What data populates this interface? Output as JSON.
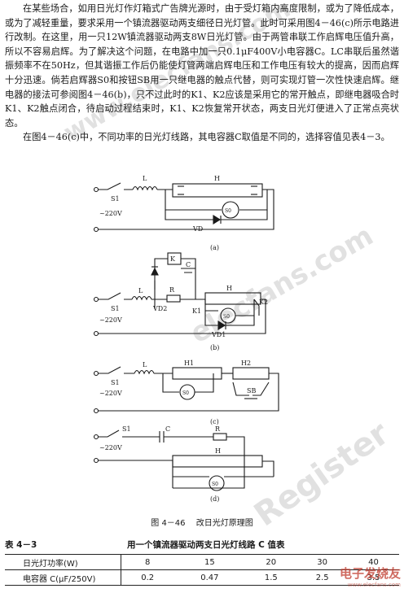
{
  "text": {
    "para1": "在某些场合，如用日光灯作灯箱式广告牌光源时，由于受灯箱内高度限制，或为了降低成本，或为了减轻重量，要求采用一个镇流器驱动两支细径日光灯管。此时可采用图4－46(c)所示电路进行改制。在这里，用一只12W镇流器驱动两支8W日光灯管。由于两管串联工作启辉电压值升高，所以不容易启辉。为了解决这个问题，在电路中加一只0.1μF400V小电容器C。LC串联后虽然谐振频率不在50Hz，但其谐振工作后仍能使灯管两端启辉电压和工作电压有较大的提高，因而启辉十分迅速。倘若启辉器S0和按钮SB用一只继电器的触点代替，则可实现灯管一次性快速启辉。继电器的接法可参阅图4－46(b)，只不过此时的K1、K2应该是采用它的常开触点，即继电器吸合时K1、K2触点闭合，待启动过程结束时，K1、K2恢复常开状态，两支日光灯便进入了正常点亮状态。",
    "para2": "在图4－46(c)中，不同功率的日光灯线路，其电容器C取值是不同的，选择容值见表4－3。"
  },
  "watermarks": [
    "www.elecfans.com",
    "elecfans.com",
    "Register"
  ],
  "figure": {
    "labels": {
      "S1": "S1",
      "L": "L",
      "H": "H",
      "S0": "S0",
      "VD": "VD",
      "v220": "~220V",
      "K": "K",
      "C": "C",
      "R": "R",
      "VD2": "VD2",
      "VD1": "VD1",
      "K1": "K1",
      "K2": "K2",
      "H1": "H1",
      "H2": "H2",
      "SB": "SB"
    },
    "sub_a": "(a)",
    "sub_b": "(b)",
    "sub_c": "(c)",
    "sub_d": "(d)",
    "caption": "图 4－46　 改日光灯原理图"
  },
  "table": {
    "number": "表 4－3",
    "title": "用一个镇流器驱动两支日光灯线路 C 值表",
    "row1_label": "日光灯功率(W)",
    "row1": [
      "8",
      "15",
      "20",
      "30",
      "40"
    ],
    "row2_label": "电容器 C(μF/250V)",
    "row2": [
      "0.2",
      "0.47",
      "1.5",
      "2.5",
      "3.5"
    ]
  },
  "logo": {
    "text": "电子发烧友",
    "sub": "www.elecfans.com"
  },
  "colors": {
    "ink": "#1a1a1a",
    "watermark": "#c9c9c9",
    "logo": "#c0392b"
  }
}
